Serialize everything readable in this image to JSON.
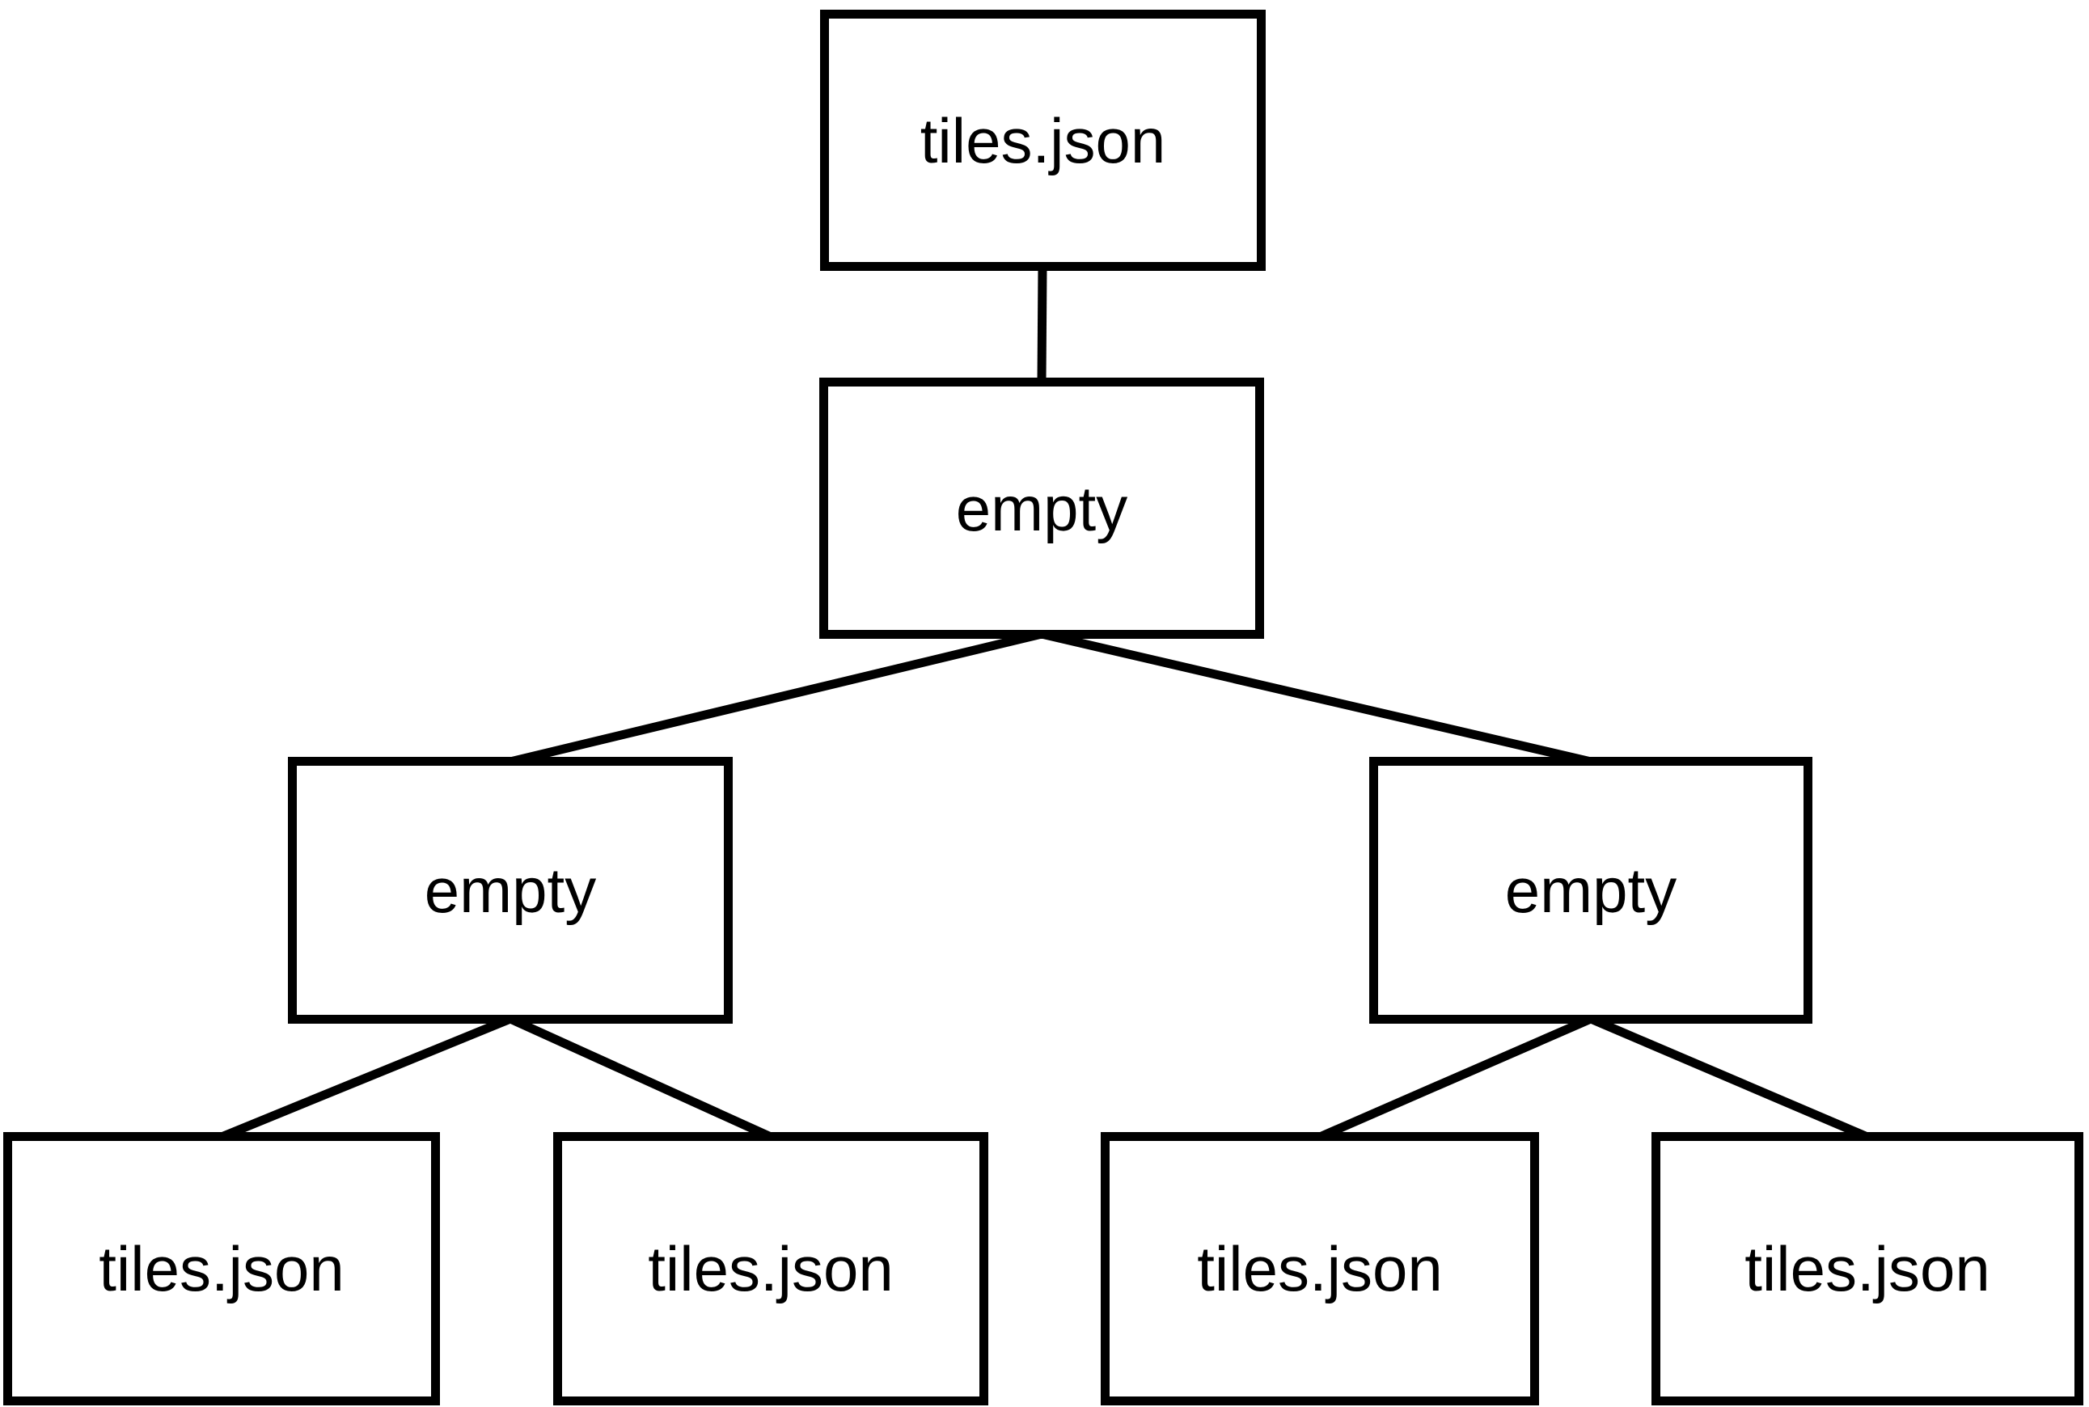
{
  "diagram": {
    "type": "tree",
    "colors": {
      "stroke": "#000000",
      "text": "#000000",
      "background": "#ffffff"
    },
    "nodes": [
      {
        "id": "root",
        "label": "tiles.json",
        "level": 0,
        "parent": null
      },
      {
        "id": "empty-mid",
        "label": "empty",
        "level": 1,
        "parent": "root"
      },
      {
        "id": "empty-left",
        "label": "empty",
        "level": 2,
        "parent": "empty-mid"
      },
      {
        "id": "empty-right",
        "label": "empty",
        "level": 2,
        "parent": "empty-mid"
      },
      {
        "id": "leaf-1",
        "label": "tiles.json",
        "level": 3,
        "parent": "empty-left"
      },
      {
        "id": "leaf-2",
        "label": "tiles.json",
        "level": 3,
        "parent": "empty-left"
      },
      {
        "id": "leaf-3",
        "label": "tiles.json",
        "level": 3,
        "parent": "empty-right"
      },
      {
        "id": "leaf-4",
        "label": "tiles.json",
        "level": 3,
        "parent": "empty-right"
      }
    ],
    "edges": [
      [
        "root",
        "empty-mid"
      ],
      [
        "empty-mid",
        "empty-left"
      ],
      [
        "empty-mid",
        "empty-right"
      ],
      [
        "empty-left",
        "leaf-1"
      ],
      [
        "empty-left",
        "leaf-2"
      ],
      [
        "empty-right",
        "leaf-3"
      ],
      [
        "empty-right",
        "leaf-4"
      ]
    ]
  }
}
